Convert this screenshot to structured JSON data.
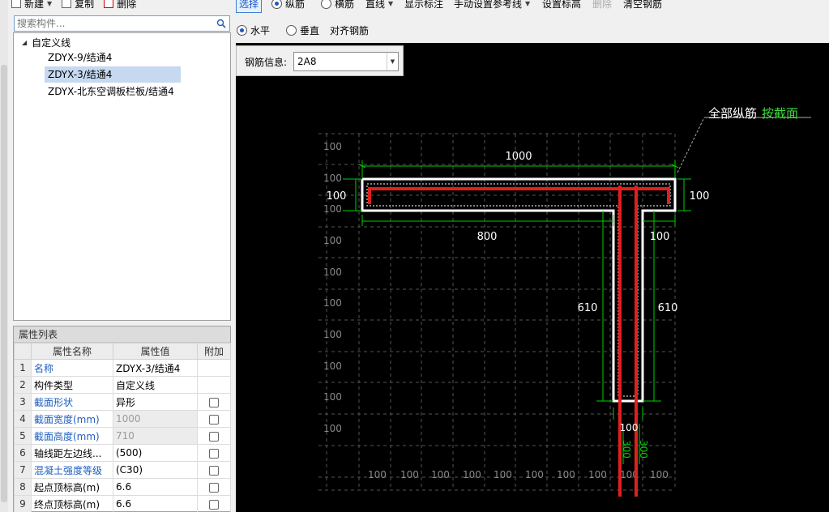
{
  "left_toolbar": {
    "new_label": "新建",
    "copy_label": "复制",
    "delete_label": "删除"
  },
  "search": {
    "placeholder": "搜索构件..."
  },
  "tree": {
    "root_label": "自定义线",
    "items": [
      {
        "label": "ZDYX-9/结通4",
        "selected": false
      },
      {
        "label": "ZDYX-3/结通4",
        "selected": true
      },
      {
        "label": "ZDYX-北东空调板栏板/结通4",
        "selected": false
      }
    ]
  },
  "props": {
    "title": "属性列表",
    "headers": {
      "name": "属性名称",
      "value": "属性值",
      "extra": "附加"
    },
    "rows": [
      {
        "num": "1",
        "name": "名称",
        "value": "ZDYX-3/结通4",
        "blue": true,
        "gray": false,
        "checkbox": false
      },
      {
        "num": "2",
        "name": "构件类型",
        "value": "自定义线",
        "blue": false,
        "gray": false,
        "checkbox": false
      },
      {
        "num": "3",
        "name": "截面形状",
        "value": "异形",
        "blue": true,
        "gray": false,
        "checkbox": true
      },
      {
        "num": "4",
        "name": "截面宽度(mm)",
        "value": "1000",
        "blue": true,
        "gray": true,
        "checkbox": true
      },
      {
        "num": "5",
        "name": "截面高度(mm)",
        "value": "710",
        "blue": true,
        "gray": true,
        "checkbox": true
      },
      {
        "num": "6",
        "name": "轴线距左边线...",
        "value": "(500)",
        "blue": false,
        "gray": false,
        "checkbox": true
      },
      {
        "num": "7",
        "name": "混凝土强度等级",
        "value": "(C30)",
        "blue": true,
        "gray": false,
        "checkbox": true
      },
      {
        "num": "8",
        "name": "起点顶标高(m)",
        "value": "6.6",
        "blue": false,
        "gray": false,
        "checkbox": true
      },
      {
        "num": "9",
        "name": "终点顶标高(m)",
        "value": "6.6",
        "blue": false,
        "gray": false,
        "checkbox": true
      }
    ]
  },
  "toolbar1": {
    "select_label": "选择",
    "radio_long_label": "纵筋",
    "radio_trans_label": "横筋",
    "line_label": "直线",
    "show_label": "显示标注",
    "manual_ref_label": "手动设置参考线",
    "set_elev_label": "设置标高",
    "delete_label": "删除",
    "clear_label": "清空钢筋"
  },
  "toolbar2": {
    "horizontal_label": "水平",
    "vertical_label": "垂直",
    "align_label": "对齐钢筋"
  },
  "info": {
    "label": "钢筋信息:",
    "value": "2A8"
  },
  "drawing": {
    "annotation_white": "全部纵筋",
    "annotation_green": "按截面",
    "dims": {
      "top_width": "1000",
      "left_height": "100",
      "right_height": "100",
      "bottom_left": "800",
      "bottom_right": "100",
      "stem_left": "610",
      "stem_right": "610",
      "stem_bottom_a": "100",
      "vertical_a": "300",
      "vertical_b": "300"
    },
    "grid_label": "100",
    "colors": {
      "rebar": "#e0201f",
      "dim": "#00d000",
      "outline": "#ffffff",
      "grid": "#555555"
    }
  }
}
